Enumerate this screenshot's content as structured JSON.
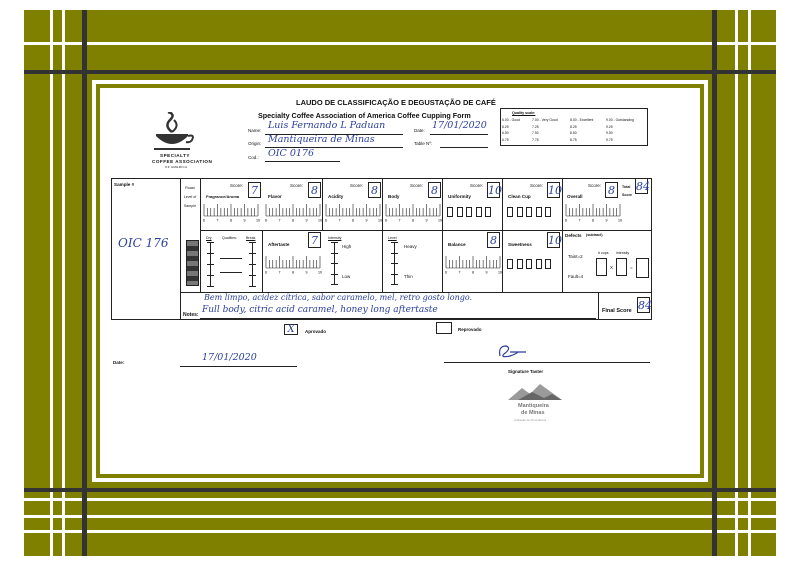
{
  "header": {
    "title": "LAUDO DE CLASSIFICAÇÃO E DEGUSTAÇÃO DE CAFÉ",
    "subtitle": "Specialty Coffee Association of America Coffee Cupping Form"
  },
  "logo_scaa": {
    "line1": "SPECIALTY",
    "line2": "COFFEE ASSOCIATION",
    "line3": "OF AMERICA"
  },
  "fields": {
    "name_label": "Name:",
    "name_value": "Luis Fernando L Paduan",
    "origin_label": "Origin:",
    "origin_value": "Mantiqueira de Minas",
    "cod_label": "Cod.:",
    "cod_value": "OIC 0176",
    "date_label": "Date:",
    "date_value": "17/01/2020",
    "table_label": "Table Nº:"
  },
  "quality_scale": {
    "title": "Quality scale:",
    "rows": [
      [
        "6.00 - Good",
        "7.00 - Very Good",
        "8.00 - Excellent",
        "9.00 - Outstanding"
      ],
      [
        "6.25",
        "7.25",
        "8.25",
        "9.25"
      ],
      [
        "6.50",
        "7.50",
        "8.50",
        "9.50"
      ],
      [
        "6.75",
        "7.75",
        "8.75",
        "9.75"
      ]
    ]
  },
  "form": {
    "sample_label": "Sample #",
    "sample_value": "OIC 176",
    "roast_label": "Roast Level of Sample",
    "score_label": "Score:",
    "fragrance_label": "Fragrance/Aroma",
    "fragrance_score": "7",
    "flavor_label": "Flavor",
    "flavor_score": "8",
    "acidity_label": "Acidity",
    "acidity_score": "8",
    "body_label": "Body",
    "body_score": "8",
    "uniformity_label": "Uniformity",
    "uniformity_score": "10",
    "clean_cup_label": "Clean Cup",
    "clean_cup_score": "10",
    "overall_label": "Overall",
    "overall_score": "8",
    "total_label": "Total Score",
    "total_score": "84",
    "dry_label": "Dry",
    "qualities_label": "Qualities:",
    "break_label": "Break",
    "aftertaste_label": "Aftertaste",
    "aftertaste_score": "7",
    "intensity_label": "Intensity",
    "high_label": "High",
    "low_label": "Low",
    "level_label": "Level",
    "heavy_label": "Heavy",
    "thin_label": "Thin",
    "balance_label": "Balance",
    "balance_score": "8",
    "sweetness_label": "Sweetness",
    "sweetness_score": "10",
    "defects_label": "Defects",
    "subtract_label": "(subtract)",
    "taint_label": "Taint=2",
    "fault_label": "Fault=4",
    "cups_label": "# cups",
    "intensity2_label": "intensity",
    "x_sign": "X",
    "eq_sign": "=",
    "notes_pt": "Bem limpo, acidez cítrica, sabor caramelo, mel, retro gosto longo.",
    "notes_label": "Notes:",
    "notes_en": "Full body, citric acid caramel, honey long aftertaste",
    "final_label": "Final Score",
    "final_score": "84",
    "ruler_ticks": [
      "6",
      "7",
      "8",
      "9",
      "10"
    ]
  },
  "approval": {
    "approved_label": "Aprovado",
    "approved_mark": "X",
    "rejected_label": "Reprovado"
  },
  "footer": {
    "date_label": "Date:",
    "date_value": "17/01/2020",
    "signature_label": "Signature Taster",
    "mantiqueira_line1": "Mantiqueira",
    "mantiqueira_line2": "de Minas",
    "mantiqueira_line3": "Indicação de Procedência"
  }
}
